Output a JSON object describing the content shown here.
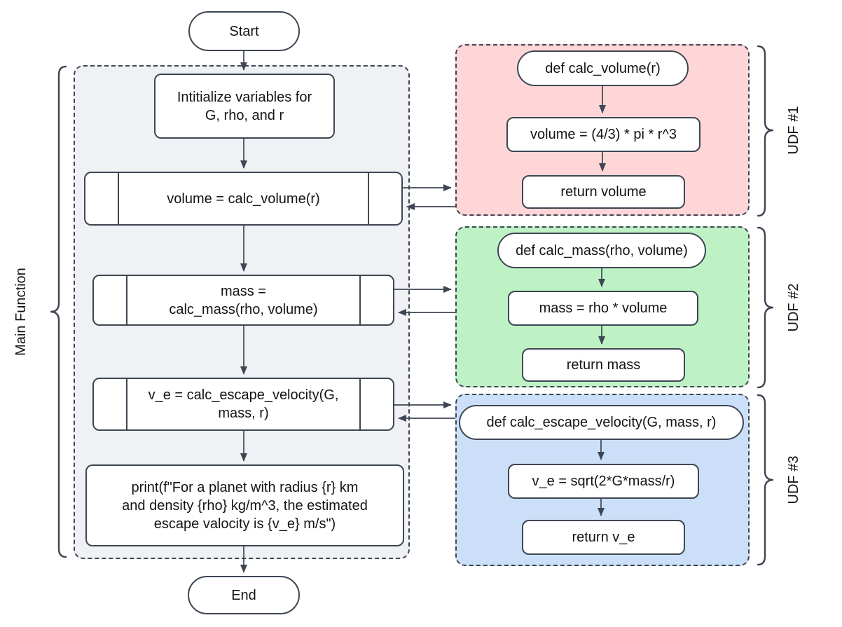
{
  "flowchart": {
    "start": {
      "label": "Start"
    },
    "end": {
      "label": "End"
    },
    "main": {
      "brace_label": "Main Function",
      "steps": {
        "init": "Intitialize variables for\nG, rho, and r",
        "volume_call": "volume = calc_volume(r)",
        "mass_call": "mass =\ncalc_mass(rho, volume)",
        "escape_call": "v_e = calc_escape_velocity(G,\nmass, r)",
        "print": "print(f\"For a planet with radius {r} km\nand density {rho} kg/m^3, the estimated\nescape valocity is {v_e} m/s\")"
      }
    },
    "udfs": [
      {
        "brace_label": "UDF #1",
        "fill": "#ffd6d7",
        "def": "def calc_volume(r)",
        "body": "volume = (4/3) * pi * r^3",
        "return": "return volume"
      },
      {
        "brace_label": "UDF #2",
        "fill": "#bef2c4",
        "def": "def  calc_mass(rho, volume)",
        "body": "mass = rho * volume",
        "return": "return mass"
      },
      {
        "brace_label": "UDF #3",
        "fill": "#cbe0f8",
        "def": "def  calc_escape_velocity(G, mass, r)",
        "body": "v_e = sqrt(2*G*mass/r)",
        "return": "return v_e"
      }
    ],
    "colors": {
      "stroke": "#3e4653",
      "main_fill": "#f0f1f4",
      "node_fill": "#ffffff",
      "text": "#141414"
    }
  }
}
